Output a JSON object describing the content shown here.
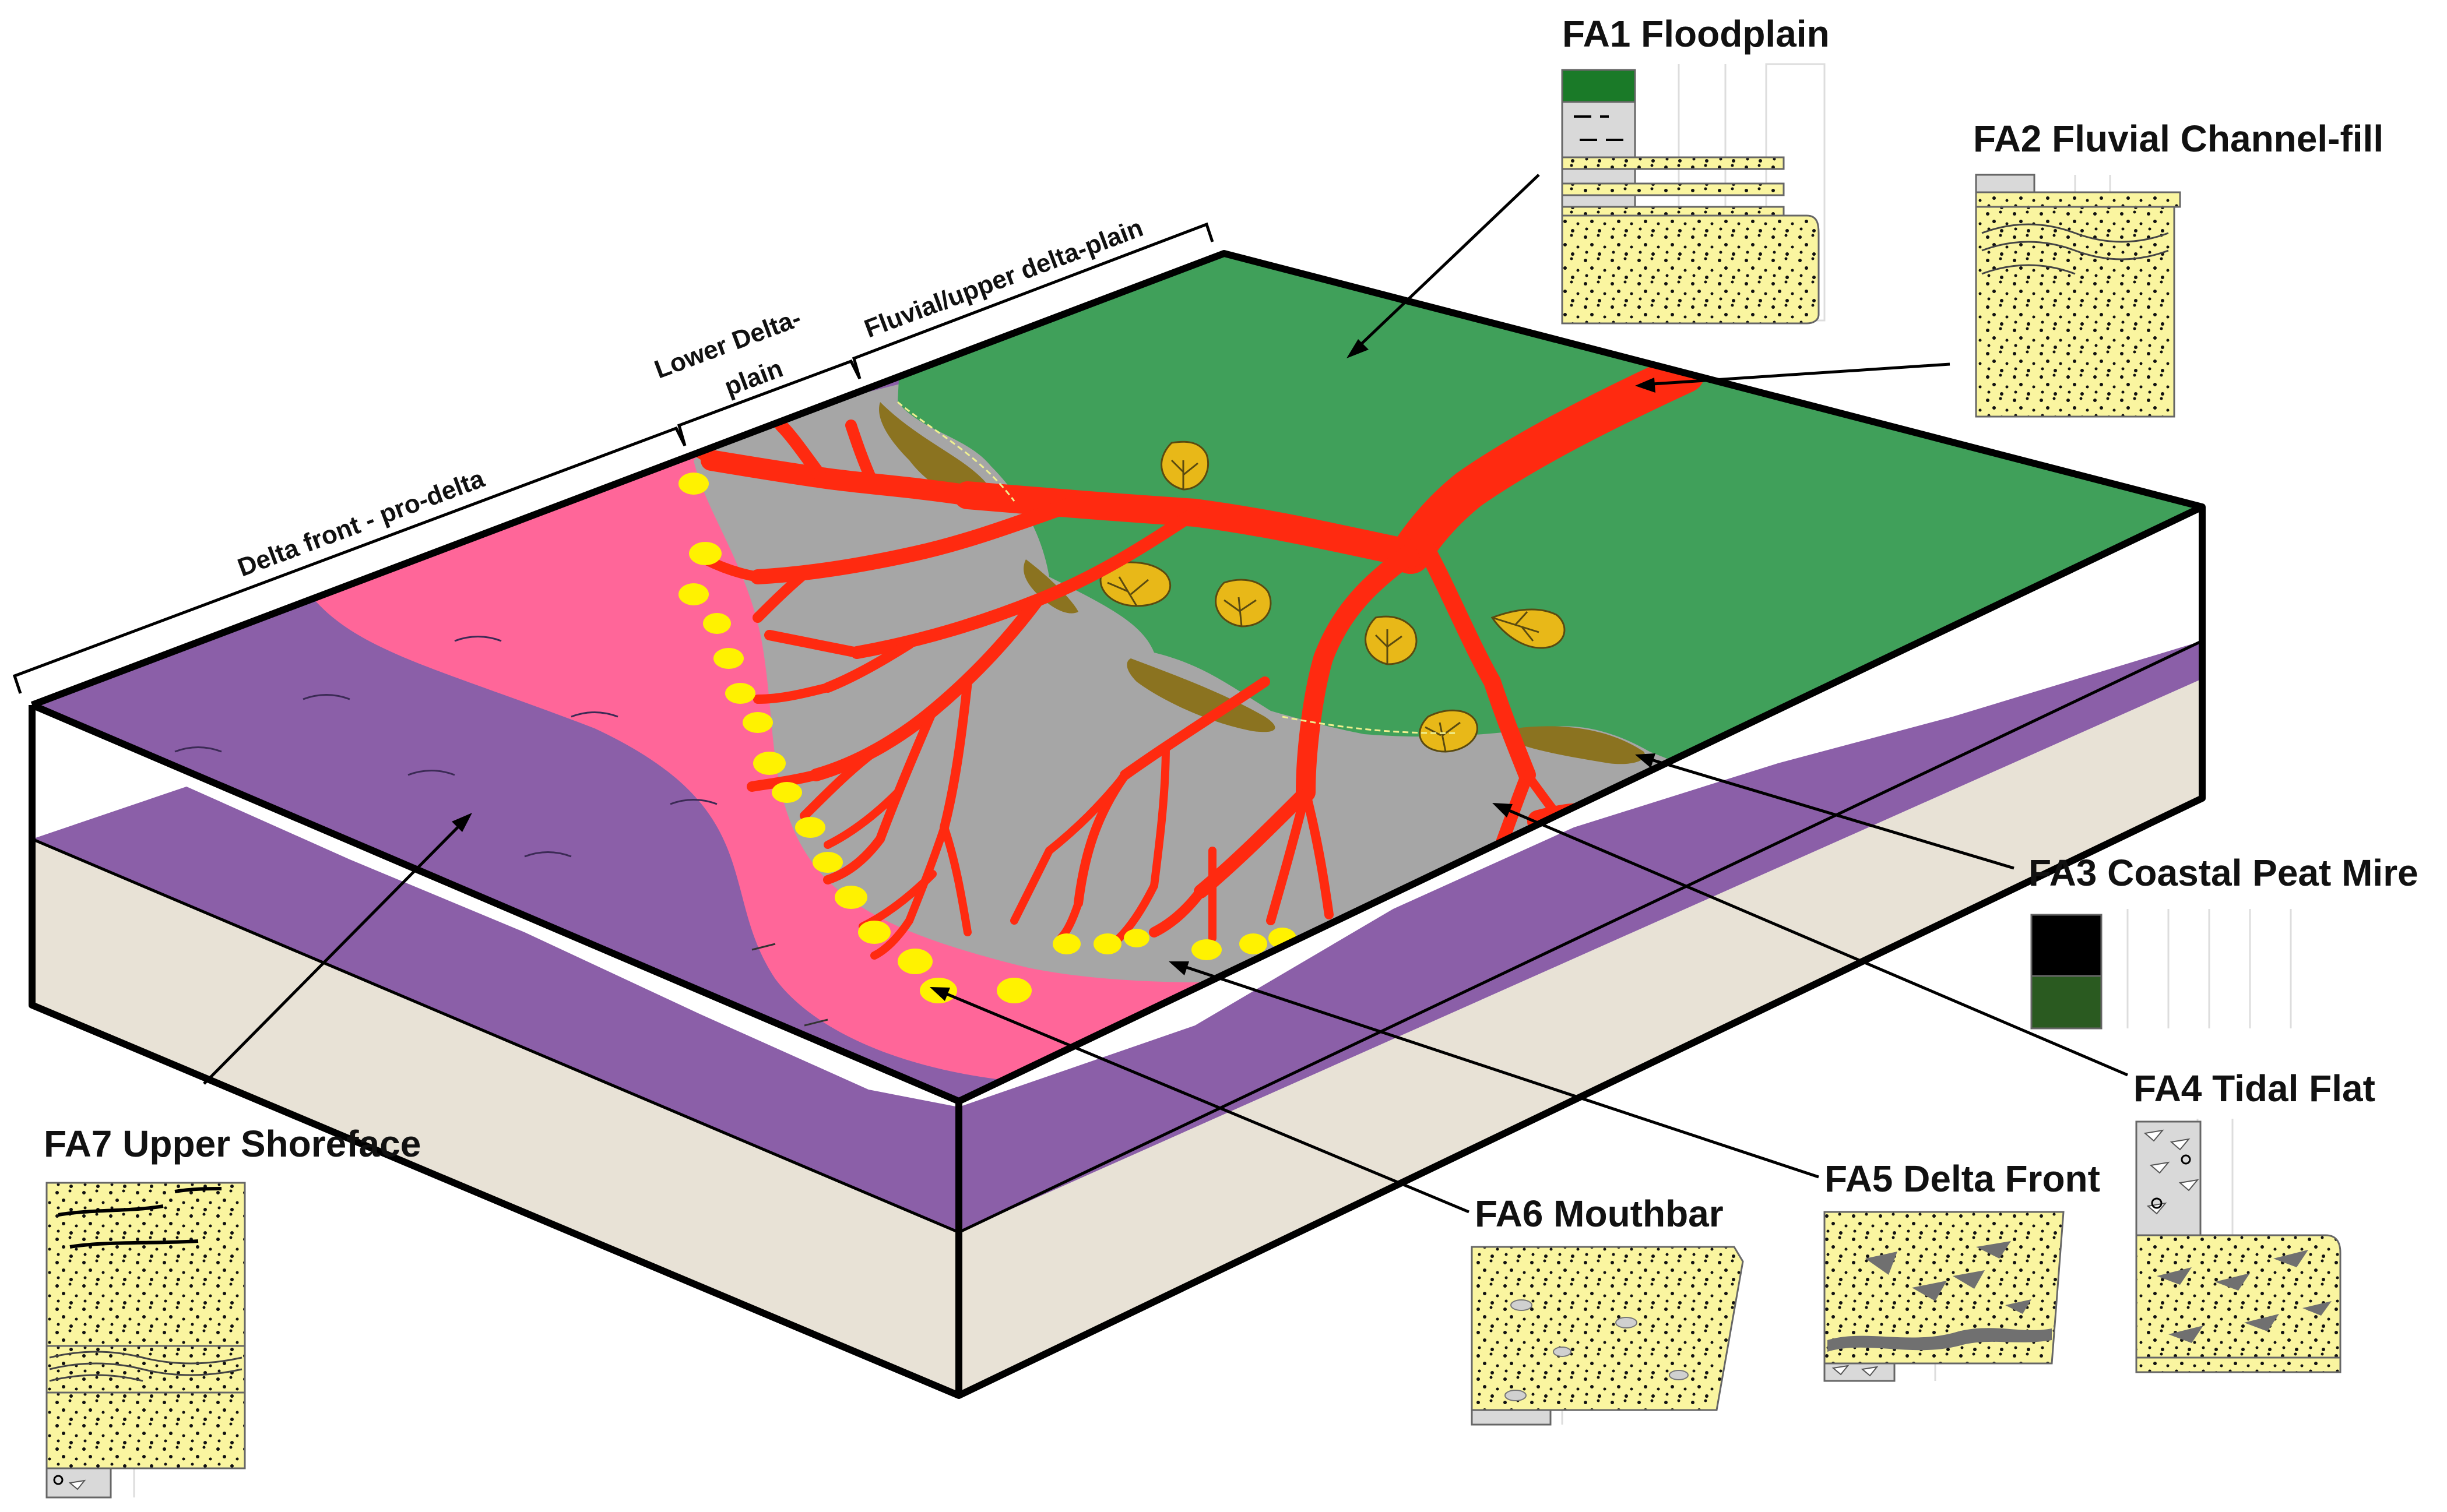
{
  "colors": {
    "upper_shoreface": "#8B5FA8",
    "delta_front": "#FF6699",
    "tidal_flat": "#A6A6A6",
    "floodplain": "#40A05A",
    "channel": "#FF2A10",
    "mouthbar": "#FFF200",
    "peat": "#8B7320",
    "crevasse_splay": "#E8B818",
    "sand": "#FAF5A0",
    "basement": "#E8E2D6",
    "peat_log_top": "#000000",
    "peat_log_base": "#2A5A20"
  },
  "zones": {
    "delta_front": "Delta front - pro-delta",
    "lower_delta_plain_1": "Lower Delta-",
    "lower_delta_plain_2": "plain",
    "fluvial": "Fluvial/upper delta-plain"
  },
  "facies": [
    {
      "code": "FA1",
      "name": "FA1 Floodplain"
    },
    {
      "code": "FA2",
      "name": "FA2 Fluvial Channel-fill"
    },
    {
      "code": "FA3",
      "name": "FA3 Coastal Peat Mire"
    },
    {
      "code": "FA4",
      "name": "FA4 Tidal Flat"
    },
    {
      "code": "FA5",
      "name": "FA5 Delta Front"
    },
    {
      "code": "FA6",
      "name": "FA6 Mouthbar"
    },
    {
      "code": "FA7",
      "name": "FA7 Upper Shoreface"
    }
  ]
}
